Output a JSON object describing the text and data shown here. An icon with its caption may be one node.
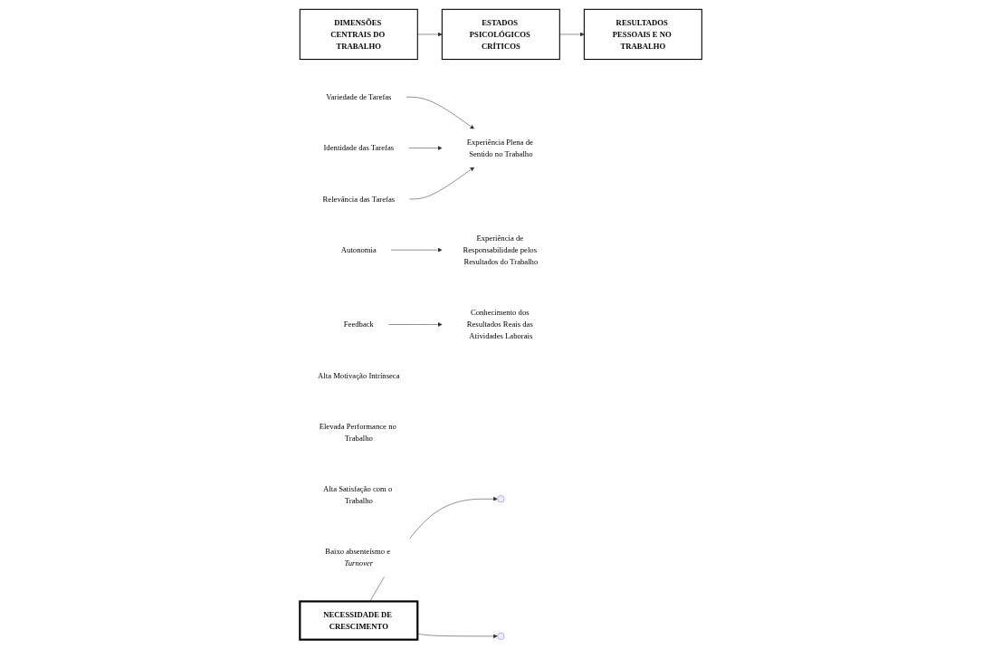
{
  "diagram": {
    "nodes": [
      {
        "text": [
          "DIMENSÕES CENTRAIS DO TRABALHO"
        ]
      },
      {
        "text": [
          "ESTADOS PSICOLÓGICOS CRÍTICOS"
        ]
      },
      {
        "text": [
          "RESULTADOS PESSOAIS E NO TRABALHO"
        ]
      },
      {
        "text": [
          "Variedade de Tarefas"
        ]
      },
      {
        "text": [
          "Identidade das Tarefas"
        ]
      },
      {
        "text": [
          "Relevância das Tarefas"
        ]
      },
      {
        "text": [
          "Experiência Plena de Sentido no Trabalho"
        ]
      },
      {
        "text": [
          "Autonomia"
        ]
      },
      {
        "text": [
          "Experiência de Responsabilidade pelos Resultados do Trabalho"
        ]
      },
      {
        "text": [
          "Feedback"
        ]
      },
      {
        "text": [
          "Conhecimento dos Resultados Reais das Atividades Laborais"
        ]
      },
      {
        "text": [
          "Alta Motivação Intrínseca"
        ]
      },
      {
        "text": [
          "Elevada Performance no Trabalho"
        ]
      },
      {
        "text": [
          "Alta Satisfação com o Trabalho"
        ]
      },
      {
        "text": [
          "Baixo absenteísmo e *Turnover*"
        ]
      },
      {
        "text": [
          "NECESSIDADE DE CRESCIMENTO"
        ]
      }
    ],
    "edges": [
      {
        "from": 0,
        "to": 1,
        "arrow": "to"
      },
      {
        "from": 1,
        "to": 2,
        "arrow": "to"
      },
      {
        "from": 3,
        "to": 6,
        "arrow": "to"
      },
      {
        "from": 4,
        "to": 6,
        "arrow": "to"
      },
      {
        "from": 5,
        "to": 6,
        "arrow": "to"
      },
      {
        "from": 7,
        "to": 8,
        "arrow": "to"
      },
      {
        "from": 9,
        "to": 10,
        "arrow": "to"
      },
      {
        "from": 15,
        "to": null,
        "arrow": "to"
      },
      {
        "from": 15,
        "to": null,
        "arrow": "to"
      }
    ]
  }
}
